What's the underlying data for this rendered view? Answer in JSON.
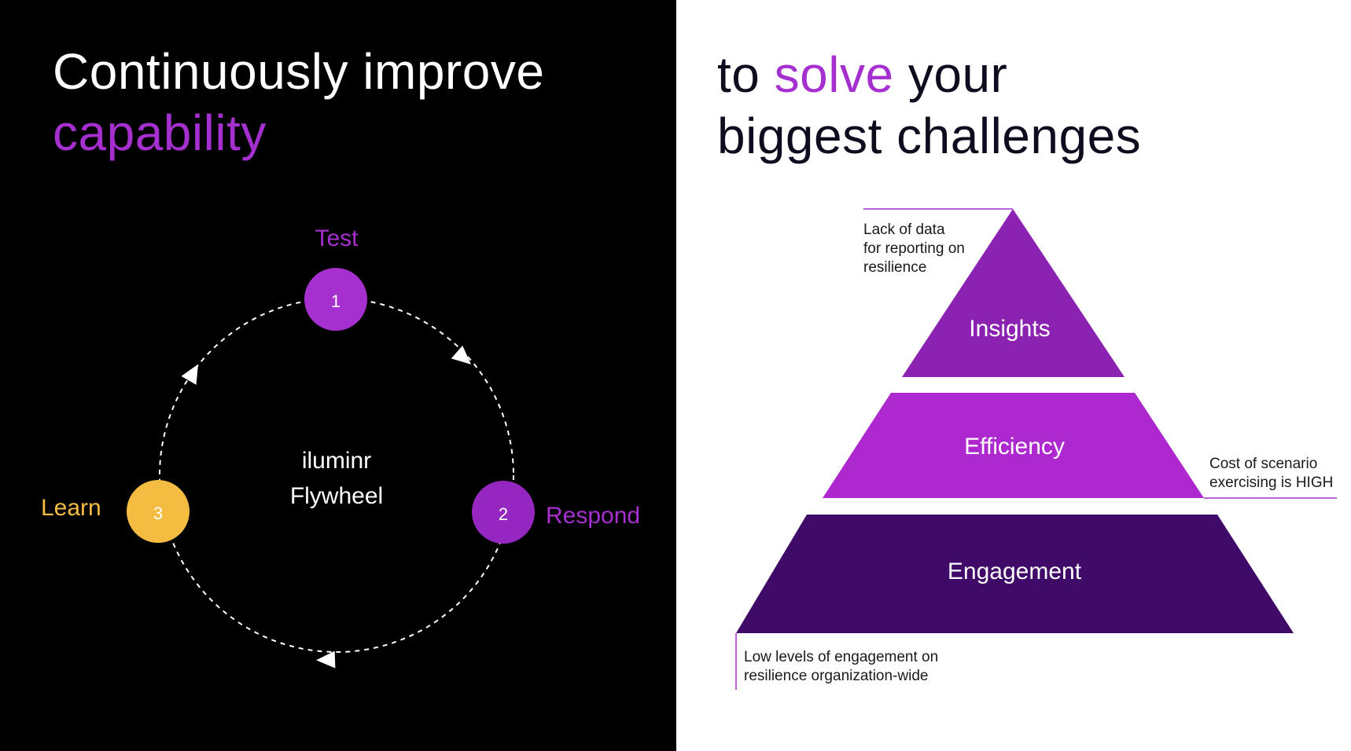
{
  "left": {
    "headline_line1": "Continuously improve",
    "headline_line2": "capability"
  },
  "right": {
    "headline_pre": "to ",
    "headline_accent": "solve",
    "headline_post": " your",
    "headline_line2": "biggest challenges"
  },
  "flywheel": {
    "center_line1": "iluminr",
    "center_line2": "Flywheel",
    "nodes": [
      {
        "number": "1",
        "label": "Test"
      },
      {
        "number": "2",
        "label": "Respond"
      },
      {
        "number": "3",
        "label": "Learn"
      }
    ]
  },
  "pyramid": {
    "tiers": [
      {
        "label": "Insights",
        "annotation": [
          "Lack of data",
          "for reporting on",
          "resilience"
        ]
      },
      {
        "label": "Efficiency",
        "annotation": [
          "Cost of scenario",
          "exercising is HIGH"
        ]
      },
      {
        "label": "Engagement",
        "annotation": [
          "Low levels of engagement on",
          "resilience organization-wide"
        ]
      }
    ]
  },
  "colors": {
    "accent_purple": "#a62fcf",
    "insights": "#8c22b1",
    "efficiency": "#ad28cf",
    "engagement": "#3f0a68",
    "learn_yellow": "#f5bc42"
  }
}
